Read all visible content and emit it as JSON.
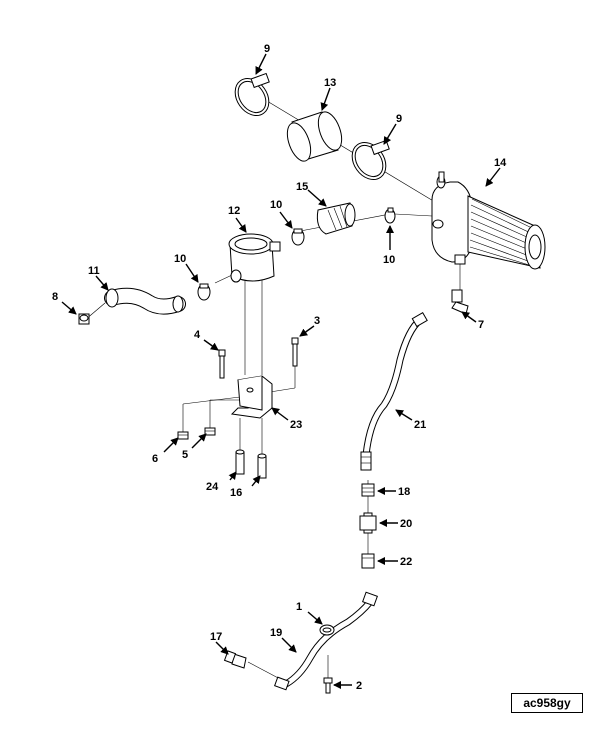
{
  "figure": {
    "id_label": "ac958gy"
  },
  "callouts": {
    "c1": "1",
    "c2": "2",
    "c3": "3",
    "c4": "4",
    "c5": "5",
    "c6": "6",
    "c7": "7",
    "c8": "8",
    "c9a": "9",
    "c9b": "9",
    "c10a": "10",
    "c10b": "10",
    "c10c": "10",
    "c11": "11",
    "c12": "12",
    "c13": "13",
    "c14": "14",
    "c15": "15",
    "c16": "16",
    "c17": "17",
    "c18": "18",
    "c19": "19",
    "c20": "20",
    "c21": "21",
    "c22": "22",
    "c23": "23",
    "c24": "24"
  }
}
